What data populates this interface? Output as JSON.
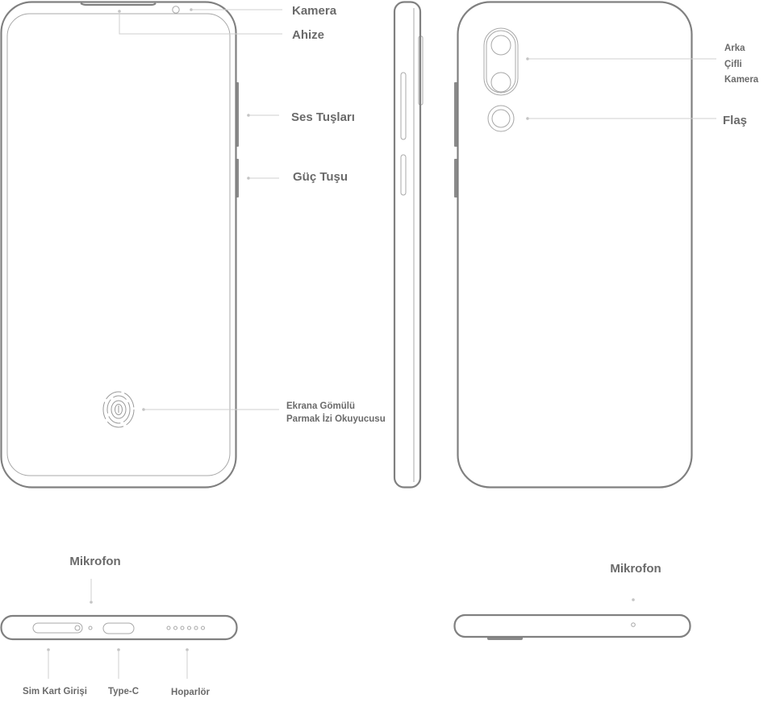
{
  "labels": {
    "camera": "Kamera",
    "earpiece": "Ahize",
    "volume_keys": "Ses Tuşları",
    "power_key": "Güç Tuşu",
    "fingerprint_line1": "Ekrana Gömülü",
    "fingerprint_line2": "Parmak İzi Okuyucusu",
    "rear_camera_line1": "Arka",
    "rear_camera_line2": "Çifli",
    "rear_camera_line3": "Kamera",
    "flash": "Flaş",
    "microphone_bottom": "Mikrofon",
    "sim_slot": "Sim Kart Girişi",
    "usb_type_c": "Type-C",
    "speaker": "Hoparlör",
    "microphone_top": "Mikrofon"
  }
}
